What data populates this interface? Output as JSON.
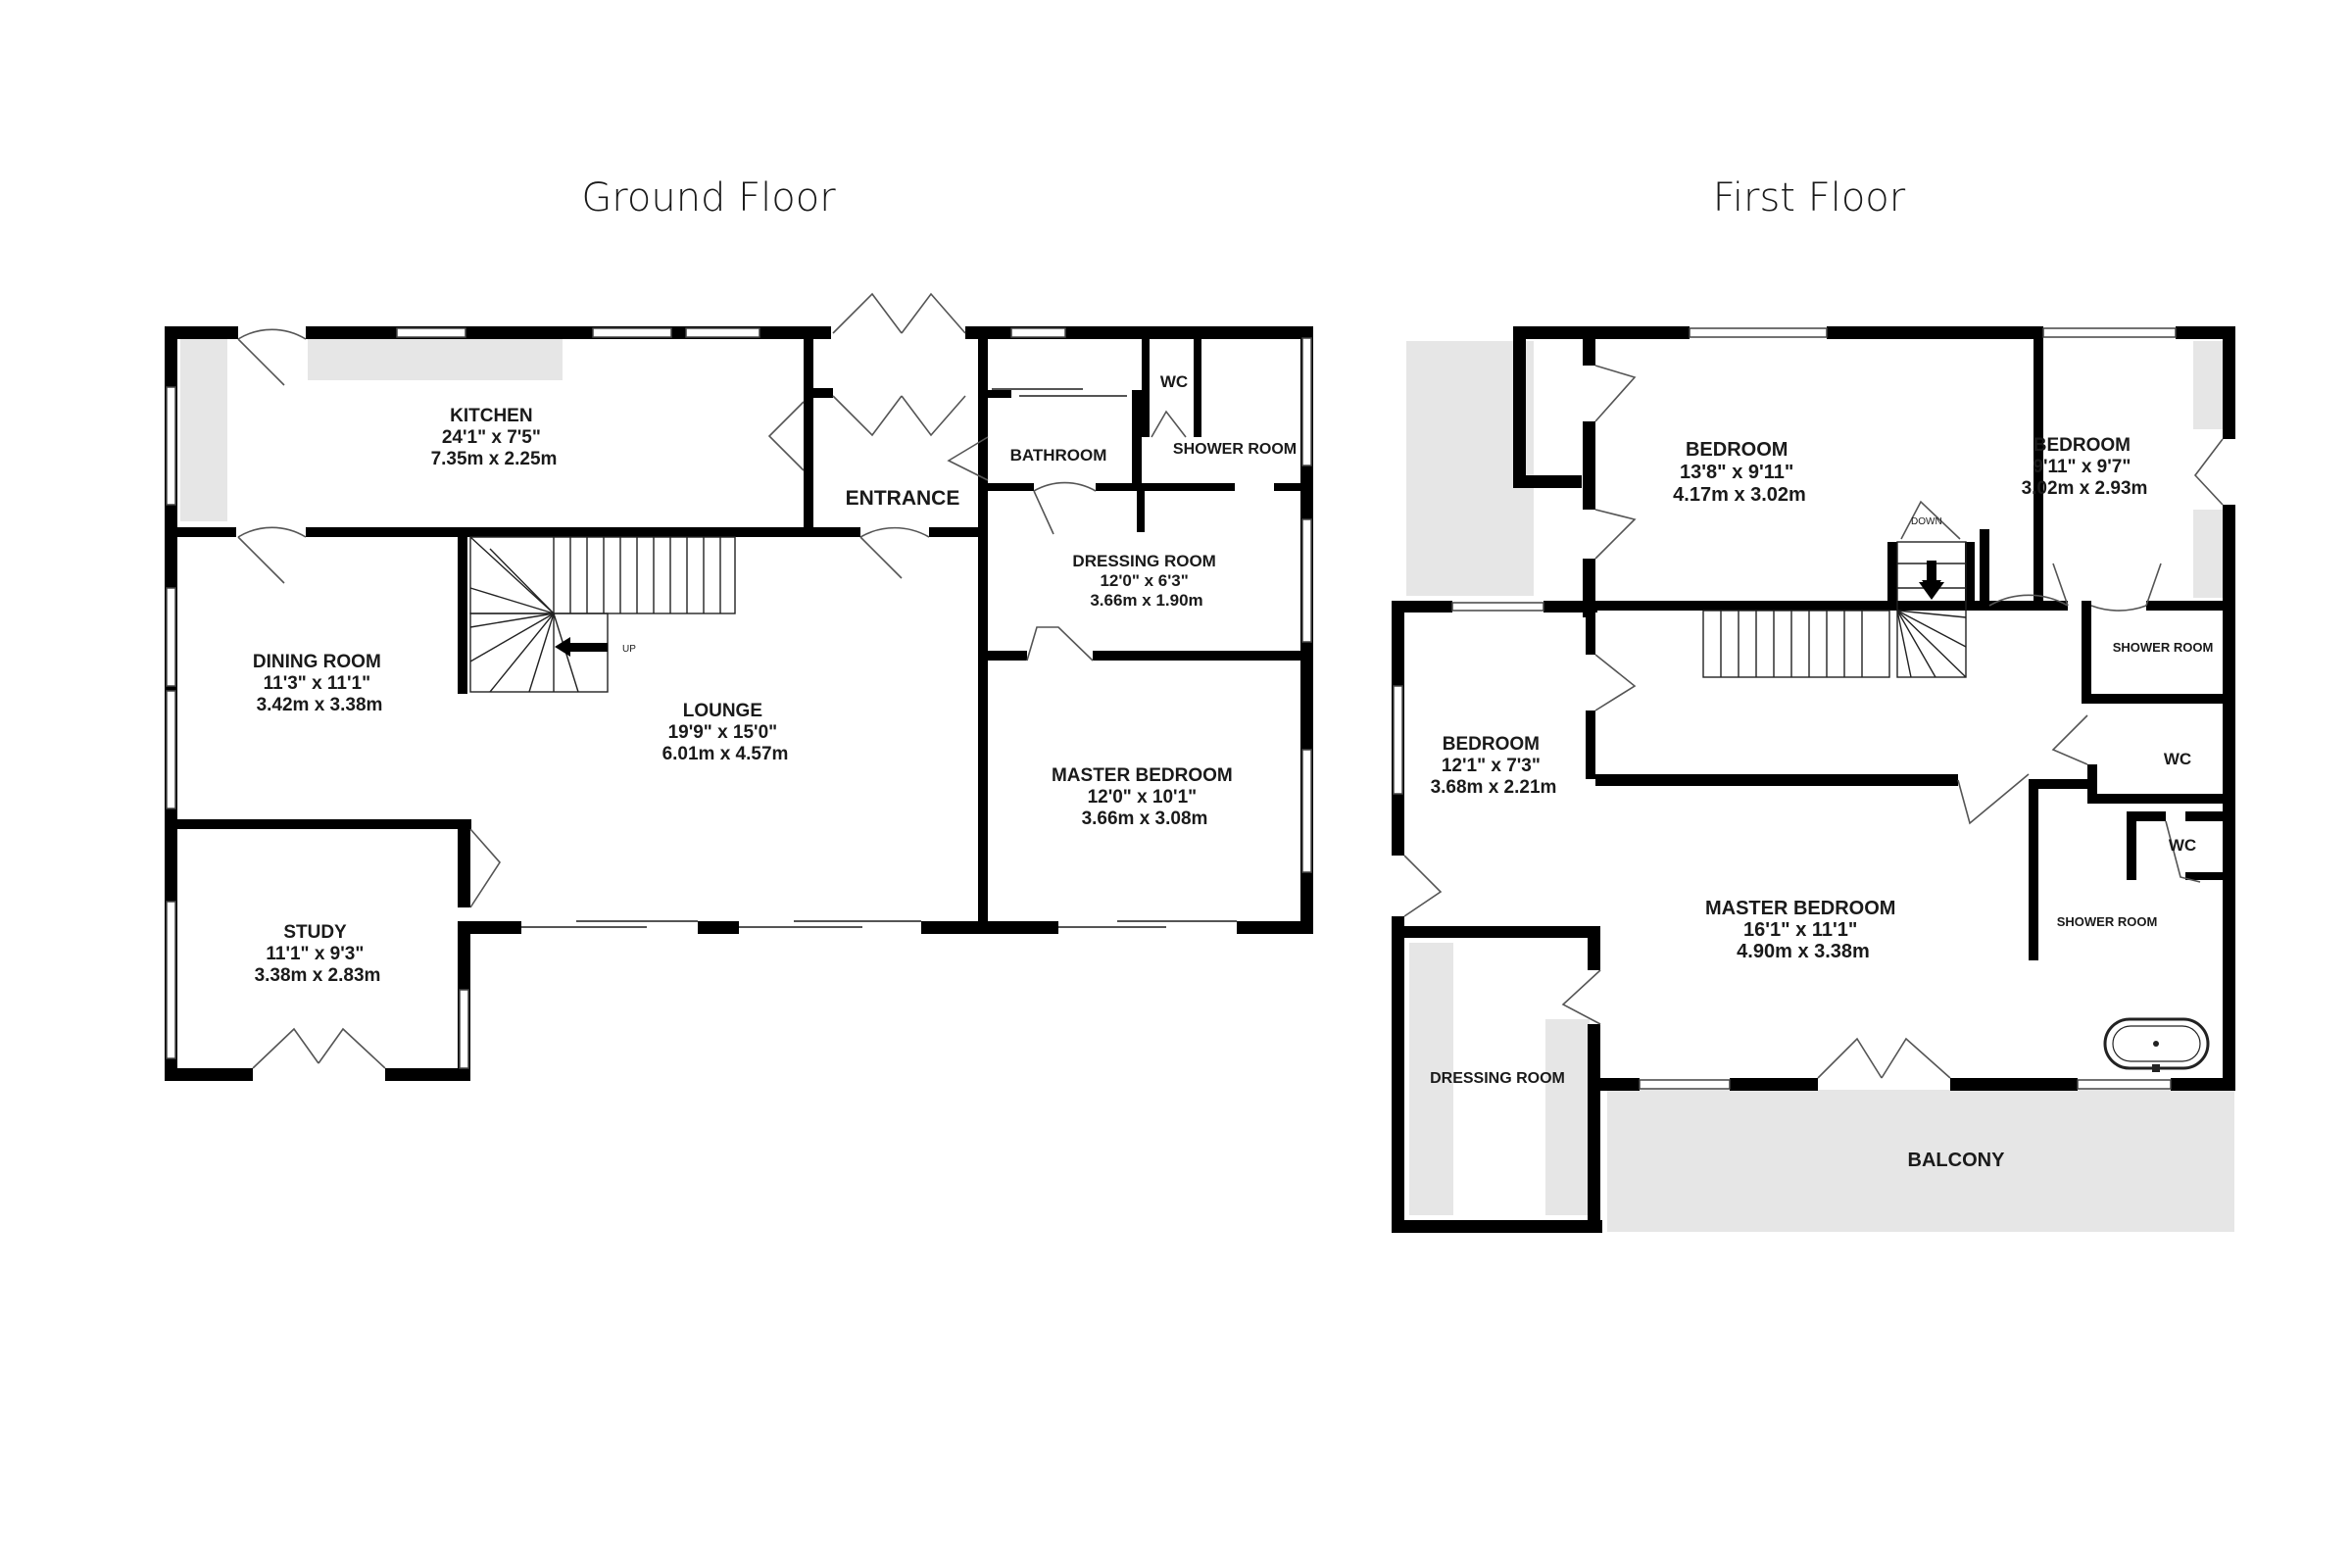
{
  "floors": [
    {
      "title": "Ground Floor",
      "rooms": [
        {
          "key": "kitchen",
          "name": "KITCHEN",
          "imperial": "24'1\"  x 7'5\"",
          "metric": "7.35m  x 2.25m"
        },
        {
          "key": "entrance",
          "name": "ENTRANCE"
        },
        {
          "key": "bathroom",
          "name": "BATHROOM"
        },
        {
          "key": "wc",
          "name": "WC"
        },
        {
          "key": "shower_room",
          "name": "SHOWER ROOM"
        },
        {
          "key": "dressing_room",
          "name": "DRESSING ROOM",
          "imperial": "12'0\"  x 6'3\"",
          "metric": "3.66m  x 1.90m"
        },
        {
          "key": "dining_room",
          "name": "DINING ROOM",
          "imperial": "11'3\"  x 11'1\"",
          "metric": "3.42m  x 3.38m"
        },
        {
          "key": "lounge",
          "name": "LOUNGE",
          "imperial": "19'9\"  x 15'0\"",
          "metric": "6.01m  x 4.57m"
        },
        {
          "key": "master_bedroom",
          "name": "MASTER BEDROOM",
          "imperial": "12'0\"  x 10'1\"",
          "metric": "3.66m  x 3.08m"
        },
        {
          "key": "study",
          "name": "STUDY",
          "imperial": "11'1\"  x 9'3\"",
          "metric": "3.38m  x 2.83m"
        }
      ],
      "stair_label": "UP"
    },
    {
      "title": "First Floor",
      "rooms": [
        {
          "key": "bedroom_1",
          "name": "BEDROOM",
          "imperial": "13'8\"  x 9'11\"",
          "metric": "4.17m  x 3.02m"
        },
        {
          "key": "bedroom_2",
          "name": "BEDROOM",
          "imperial": "9'11\"  x 9'7\"",
          "metric": "3.02m  x 2.93m"
        },
        {
          "key": "shower_room_1",
          "name": "SHOWER ROOM"
        },
        {
          "key": "wc_1",
          "name": "WC"
        },
        {
          "key": "wc_2",
          "name": "WC"
        },
        {
          "key": "shower_room_2",
          "name": "SHOWER ROOM"
        },
        {
          "key": "bedroom_3",
          "name": "BEDROOM",
          "imperial": "12'1\"  x 7'3\"",
          "metric": "3.68m  x 2.21m"
        },
        {
          "key": "master_bedroom",
          "name": "MASTER BEDROOM",
          "imperial": "16'1\"  x 11'1\"",
          "metric": "4.90m  x 3.38m"
        },
        {
          "key": "dressing_room",
          "name": "DRESSING ROOM"
        },
        {
          "key": "balcony",
          "name": "BALCONY"
        }
      ],
      "stair_label": "DOWN"
    }
  ]
}
